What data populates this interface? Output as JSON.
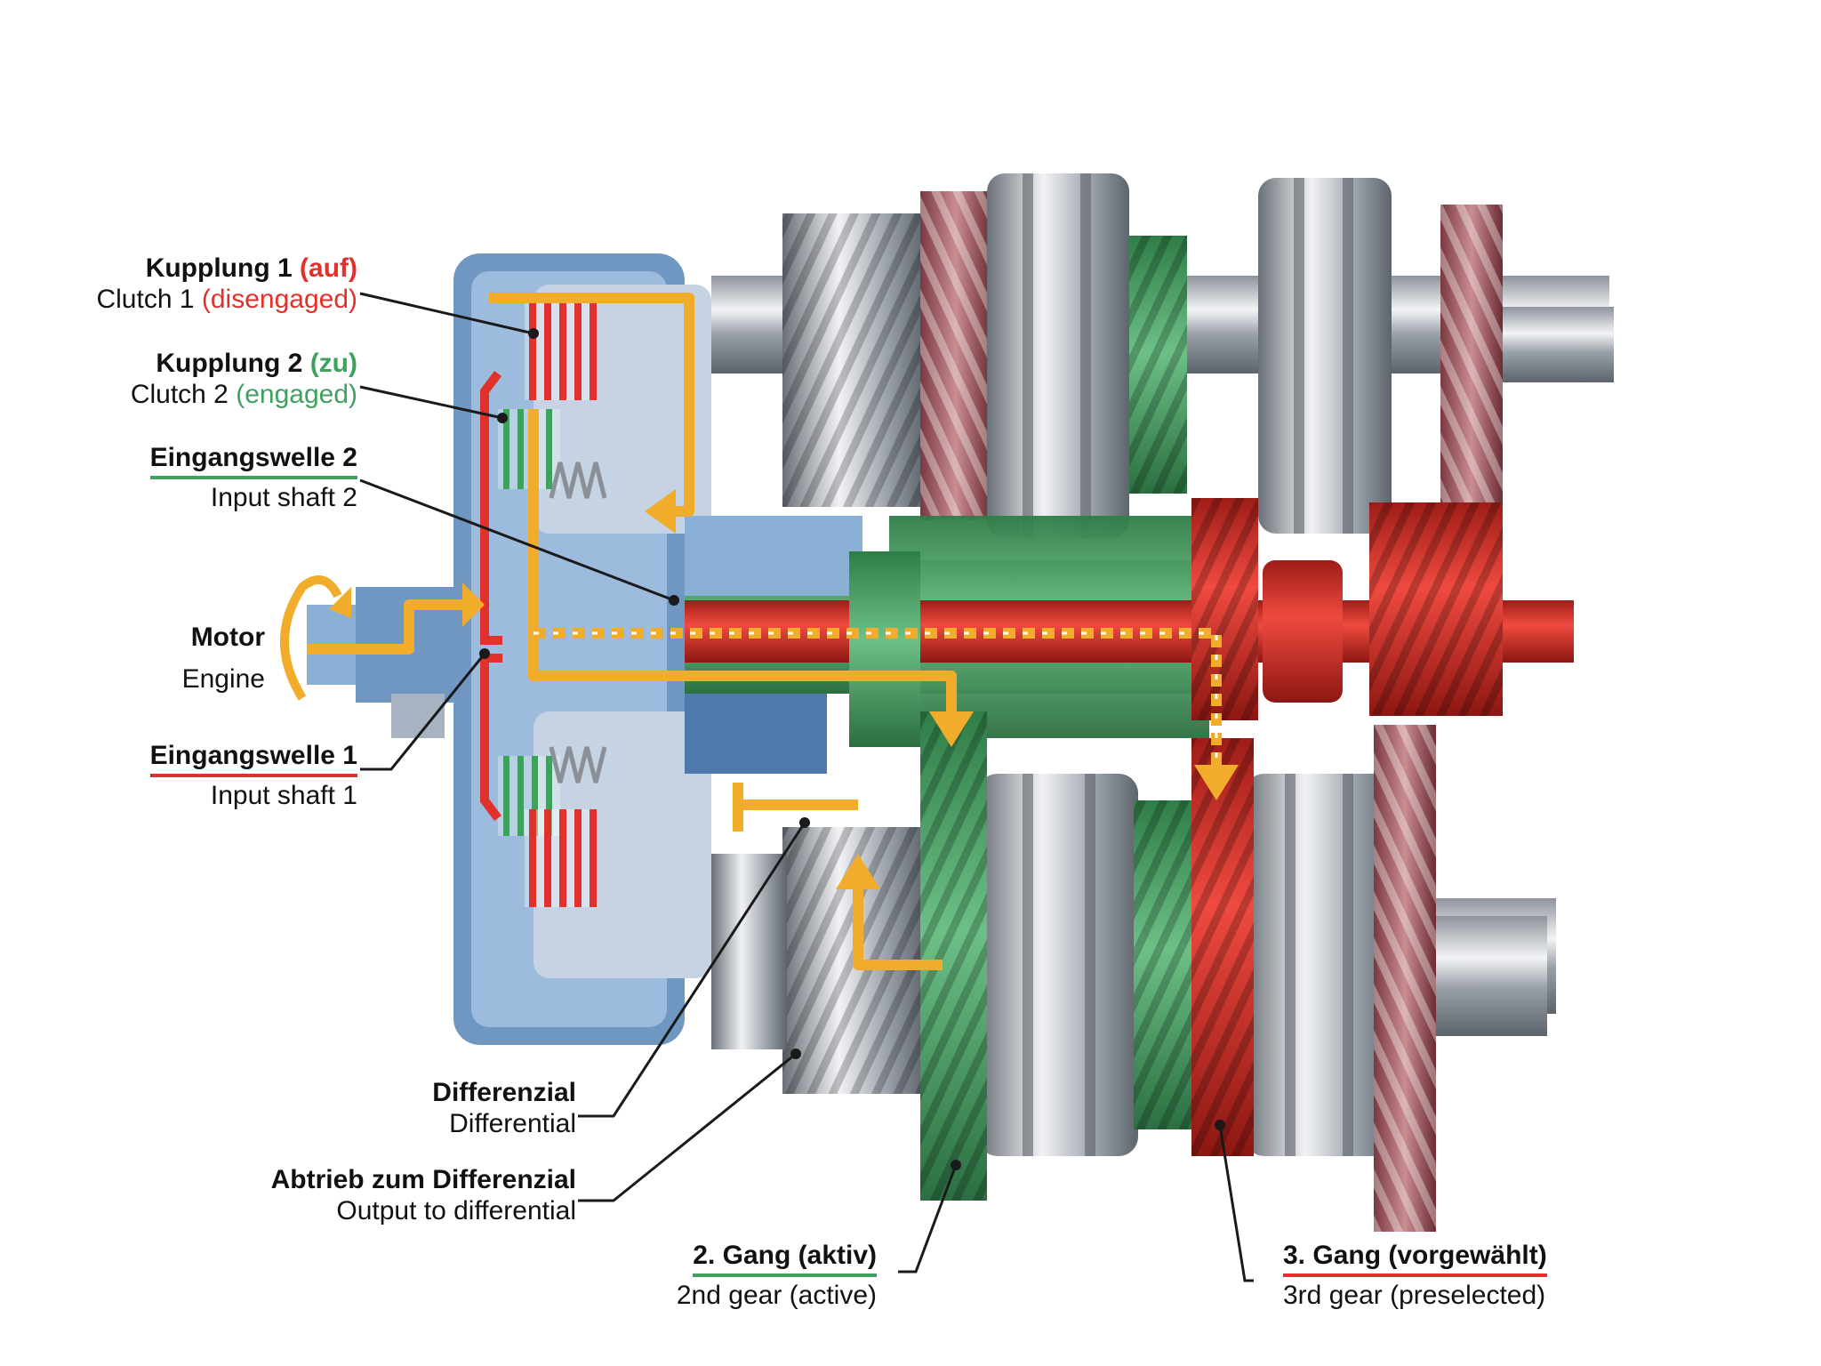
{
  "labels": {
    "clutch1": {
      "de": "Kupplung 1",
      "de_state": "(auf)",
      "en": "Clutch 1",
      "en_state": "(disengaged)"
    },
    "clutch2": {
      "de": "Kupplung 2",
      "de_state": "(zu)",
      "en": "Clutch 2",
      "en_state": "(engaged)"
    },
    "input2": {
      "de": "Eingangswelle 2",
      "en": "Input shaft 2"
    },
    "engine": {
      "de": "Motor",
      "en": "Engine"
    },
    "input1": {
      "de": "Eingangswelle 1",
      "en": "Input shaft 1"
    },
    "differential": {
      "de": "Differenzial",
      "en": "Differential"
    },
    "output": {
      "de": "Abtrieb zum Differenzial",
      "en": "Output to differential"
    },
    "gear2": {
      "de": "2. Gang (aktiv)",
      "en": "2nd gear (active)"
    },
    "gear3": {
      "de": "3. Gang (vorgewählt)",
      "en": "3rd gear (preselected)"
    }
  },
  "colors": {
    "active_path": "#3fa15e",
    "preselected_path": "#d8302b",
    "power_flow": "#f2ac2c",
    "housing": "#6f97c2",
    "steel": "#b9bec5"
  }
}
